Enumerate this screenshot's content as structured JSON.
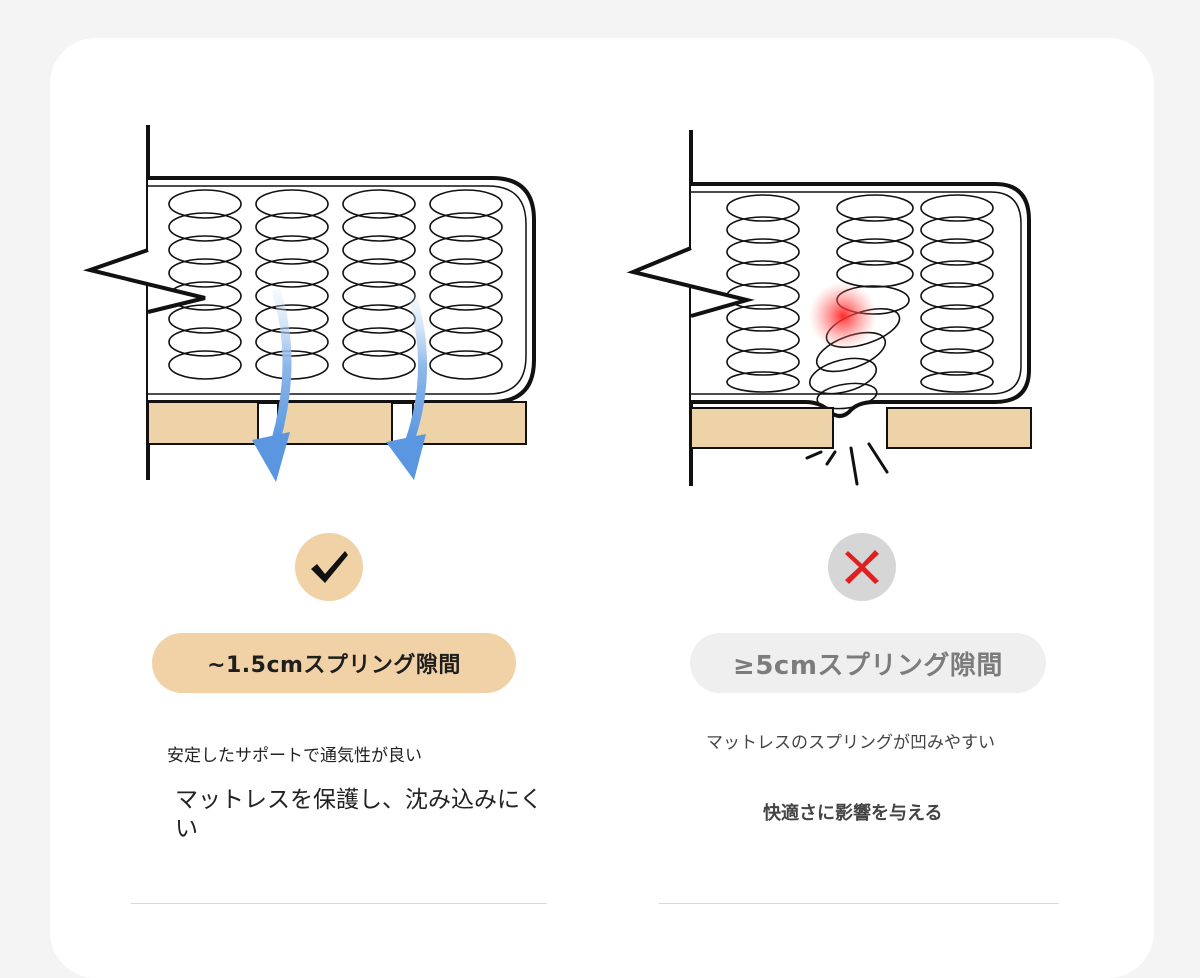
{
  "good": {
    "badge_label": "~1.5cmスプリング隙間",
    "line1": "安定したサポートで通気性が良い",
    "line2": "マットレスを保護し、沈み込みにくい",
    "status_icon": "checkmark-icon",
    "badge_color": "#f0d2a6",
    "icon_bg": "#f0d2a6"
  },
  "bad": {
    "badge_label": "≥5cmスプリング隙間",
    "line1": "マットレスのスプリングが凹みやすい",
    "line2": "快適さに影響を与える",
    "status_icon": "cross-icon",
    "badge_color": "#efefef",
    "icon_bg": "#d6d6d6",
    "cross_color": "#e02020"
  }
}
